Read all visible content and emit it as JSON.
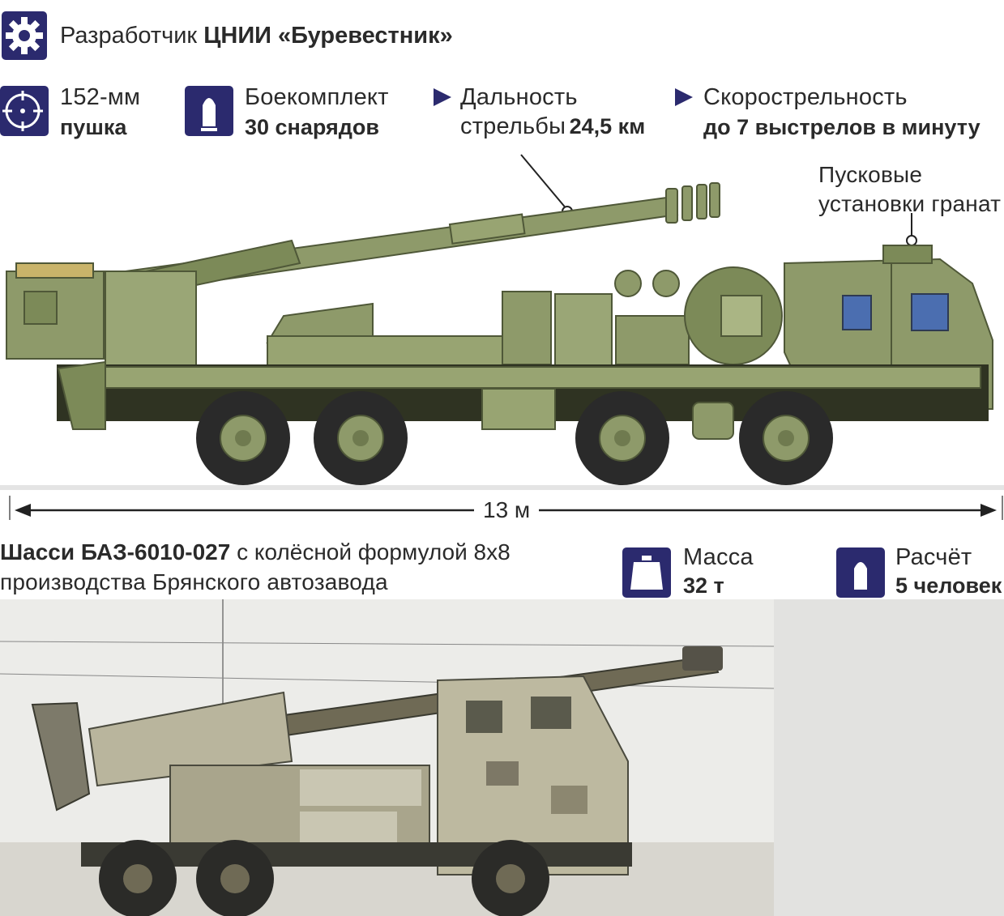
{
  "developer": {
    "label": "Разработчик",
    "name": "ЦНИИ «Буревестник»"
  },
  "specs": [
    {
      "line1": "152-мм",
      "line2": "пушка",
      "icon": "crosshair-icon"
    },
    {
      "line1": "Боекомплект",
      "line2": "30 снарядов",
      "icon": "shell-icon"
    },
    {
      "line1": "Дальность",
      "line2_prefix": "стрельбы",
      "line2_value": "24,5 км",
      "icon": "triangle-arrow-icon"
    },
    {
      "line1": "Скорострельность",
      "line2": "до 7 выстрелов в минуту",
      "icon": "triangle-arrow-icon"
    }
  ],
  "callout": {
    "line1": "Пусковые",
    "line2": "установки гранат"
  },
  "length": {
    "label": "13 м"
  },
  "chassis": {
    "bold": "Шасси БАЗ-6010-027",
    "rest1": " с колёсной формулой 8х8",
    "line2": "производства Брянского автозавода"
  },
  "mass": {
    "label": "Масса",
    "value": "32 т",
    "icon": "weight-icon"
  },
  "crew": {
    "label": "Расчёт",
    "value": "5 человек",
    "icon": "crew-icon"
  },
  "colors": {
    "accent": "#2b2a6e",
    "olive": "#8e9a6a",
    "olive_dark": "#6f7a4f",
    "tire": "#2a2a2a"
  }
}
